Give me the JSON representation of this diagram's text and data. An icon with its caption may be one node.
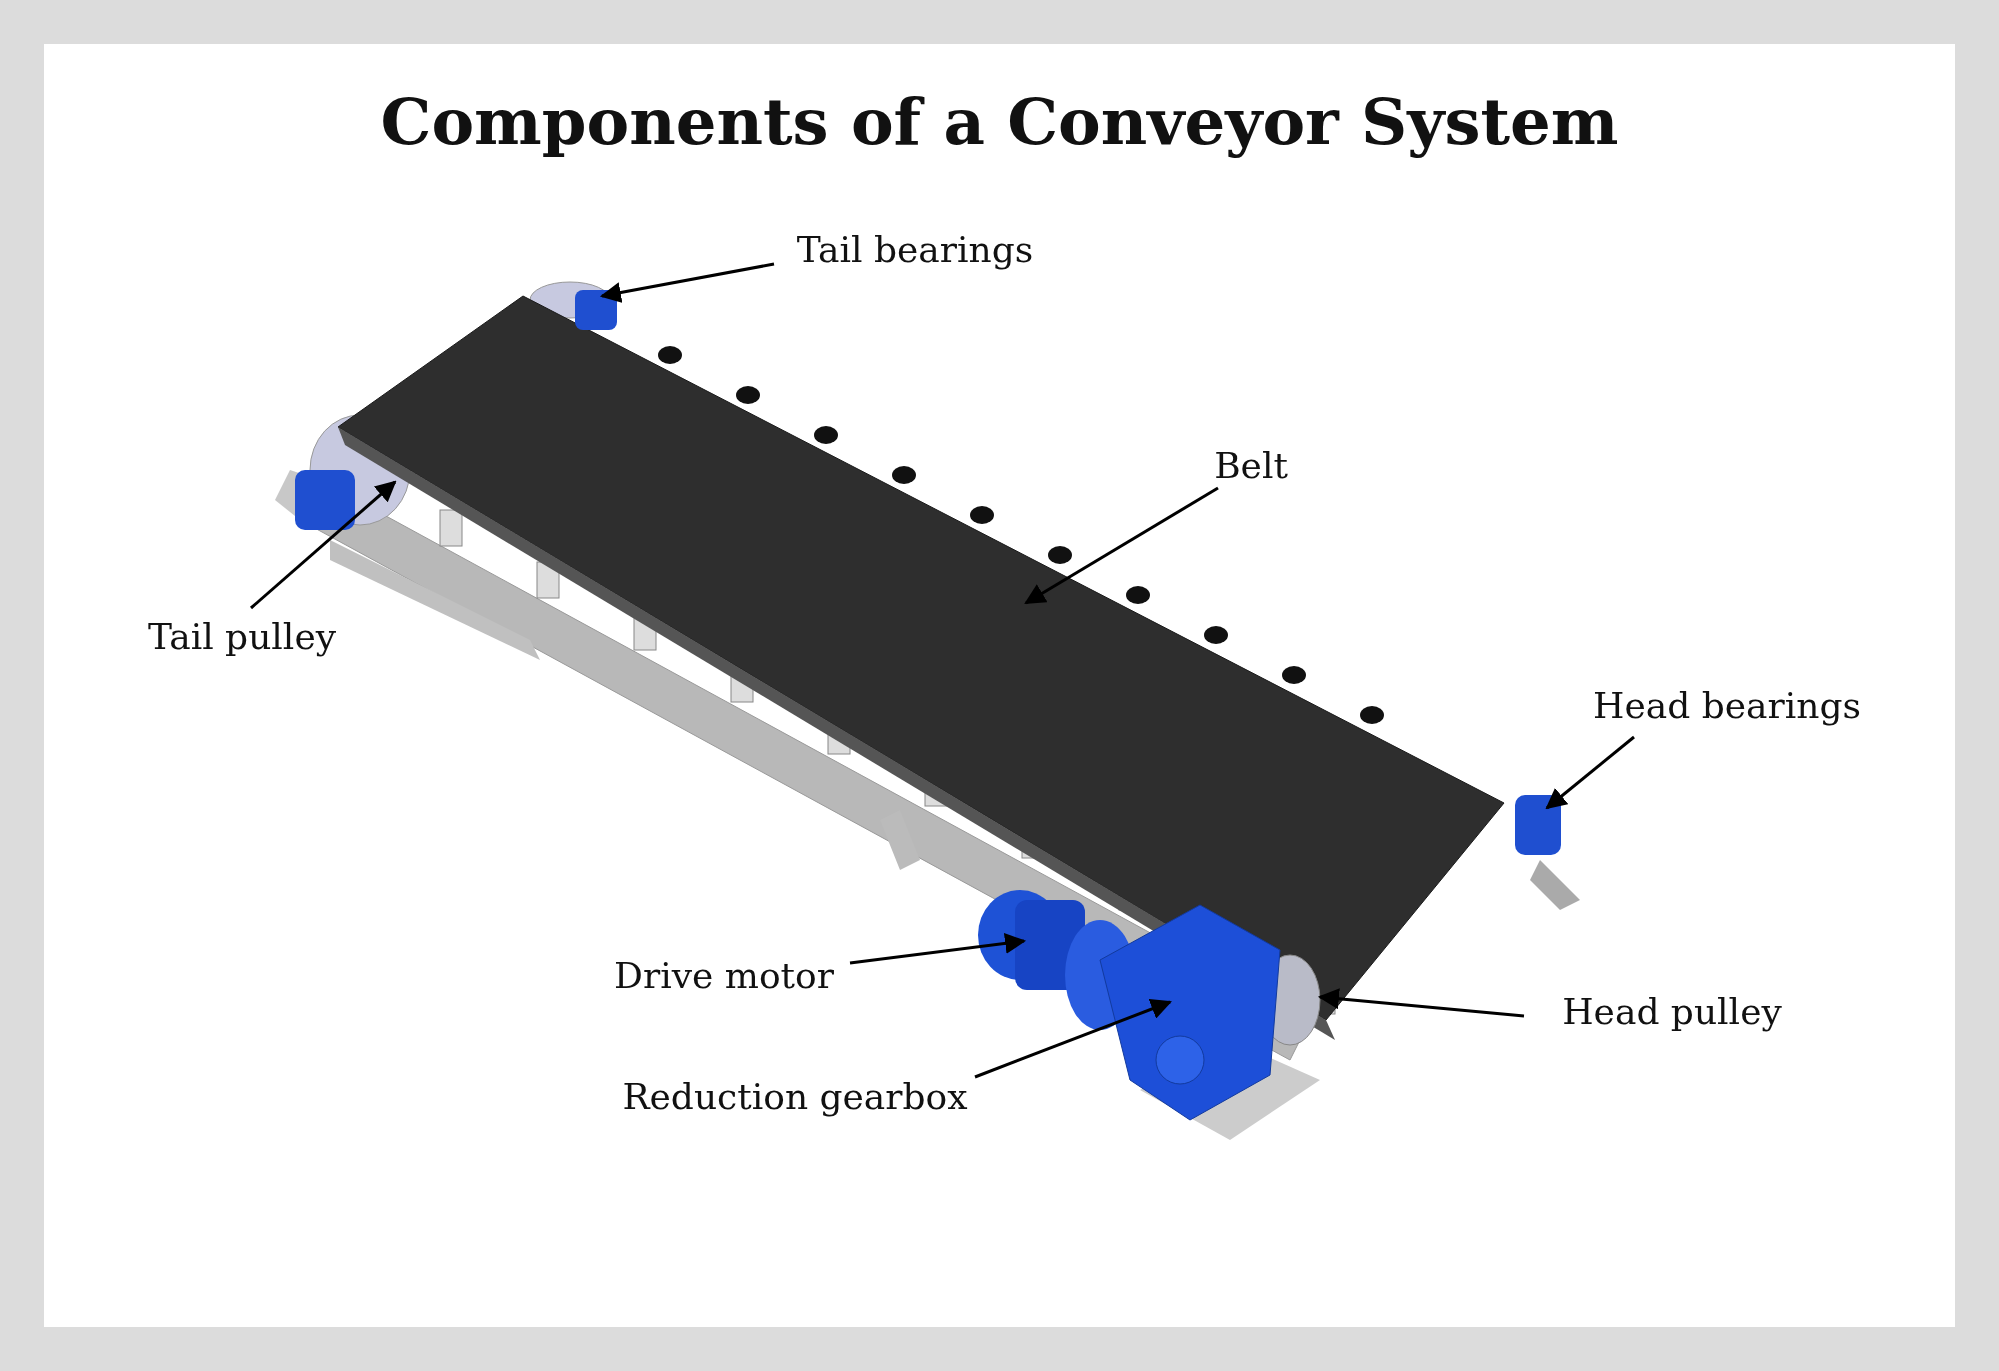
{
  "diagram": {
    "title": "Components of a Conveyor System",
    "nodes": [
      {
        "text": [
          "Tail bearings"
        ]
      },
      {
        "text": [
          "Belt"
        ]
      },
      {
        "text": [
          "Tail pulley"
        ]
      },
      {
        "text": [
          "Head bearings"
        ]
      },
      {
        "text": [
          "Drive motor"
        ]
      },
      {
        "text": [
          "Head pulley"
        ]
      },
      {
        "text": [
          "Reduction gearbox"
        ]
      }
    ],
    "edges": [
      {
        "from": 0,
        "to": null,
        "arrow": "to"
      },
      {
        "from": 1,
        "to": null,
        "arrow": "to"
      },
      {
        "from": 2,
        "to": null,
        "arrow": "to"
      },
      {
        "from": 3,
        "to": null,
        "arrow": "to"
      },
      {
        "from": 4,
        "to": null,
        "arrow": "to"
      },
      {
        "from": 5,
        "to": null,
        "arrow": "to"
      },
      {
        "from": 6,
        "to": null,
        "arrow": "to"
      }
    ]
  }
}
